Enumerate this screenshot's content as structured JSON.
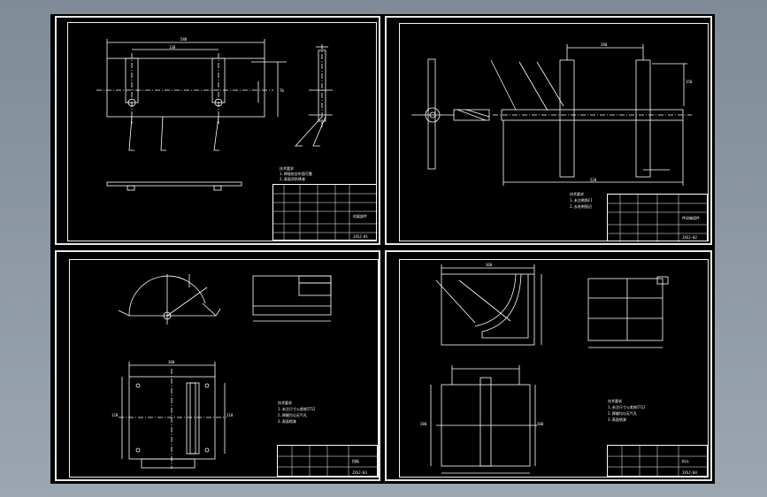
{
  "app": {
    "title": "CAD Drawing Viewer"
  },
  "sheets": [
    {
      "id": "sheet-1",
      "notes_title": "技术要求",
      "notes": [
        "1.焊接处应牢固可靠",
        "2.表面涂防锈漆"
      ],
      "title_block": {
        "name": "机架部件",
        "code": "JXSJ-01"
      },
      "dims": {
        "top": "580",
        "left": "130",
        "right": "70"
      }
    },
    {
      "id": "sheet-2",
      "notes_title": "技术要求",
      "notes": [
        "1.未注倒角C1",
        "2.去毛刺锐边"
      ],
      "title_block": {
        "name": "传动轴组件",
        "code": "JXSJ-02"
      },
      "dims": {
        "top": "280",
        "bottom": "520",
        "right": "150"
      }
    },
    {
      "id": "sheet-3",
      "notes_title": "技术要求",
      "notes": [
        "1.未注尺寸公差按IT12",
        "2.焊缝均匀无气孔",
        "3.表面喷漆"
      ],
      "title_block": {
        "name": "挡板",
        "code": "JXSJ-03"
      },
      "dims": {
        "top": "300",
        "left": "120",
        "right": "110"
      }
    },
    {
      "id": "sheet-4",
      "notes_title": "技术要求",
      "notes": [
        "1.未注尺寸公差按IT12",
        "2.焊缝均匀无气孔",
        "3.表面喷漆"
      ],
      "title_block": {
        "name": "料斗",
        "code": "JXSJ-04"
      },
      "dims": {
        "top": "360",
        "left": "280",
        "right": "200"
      }
    }
  ]
}
